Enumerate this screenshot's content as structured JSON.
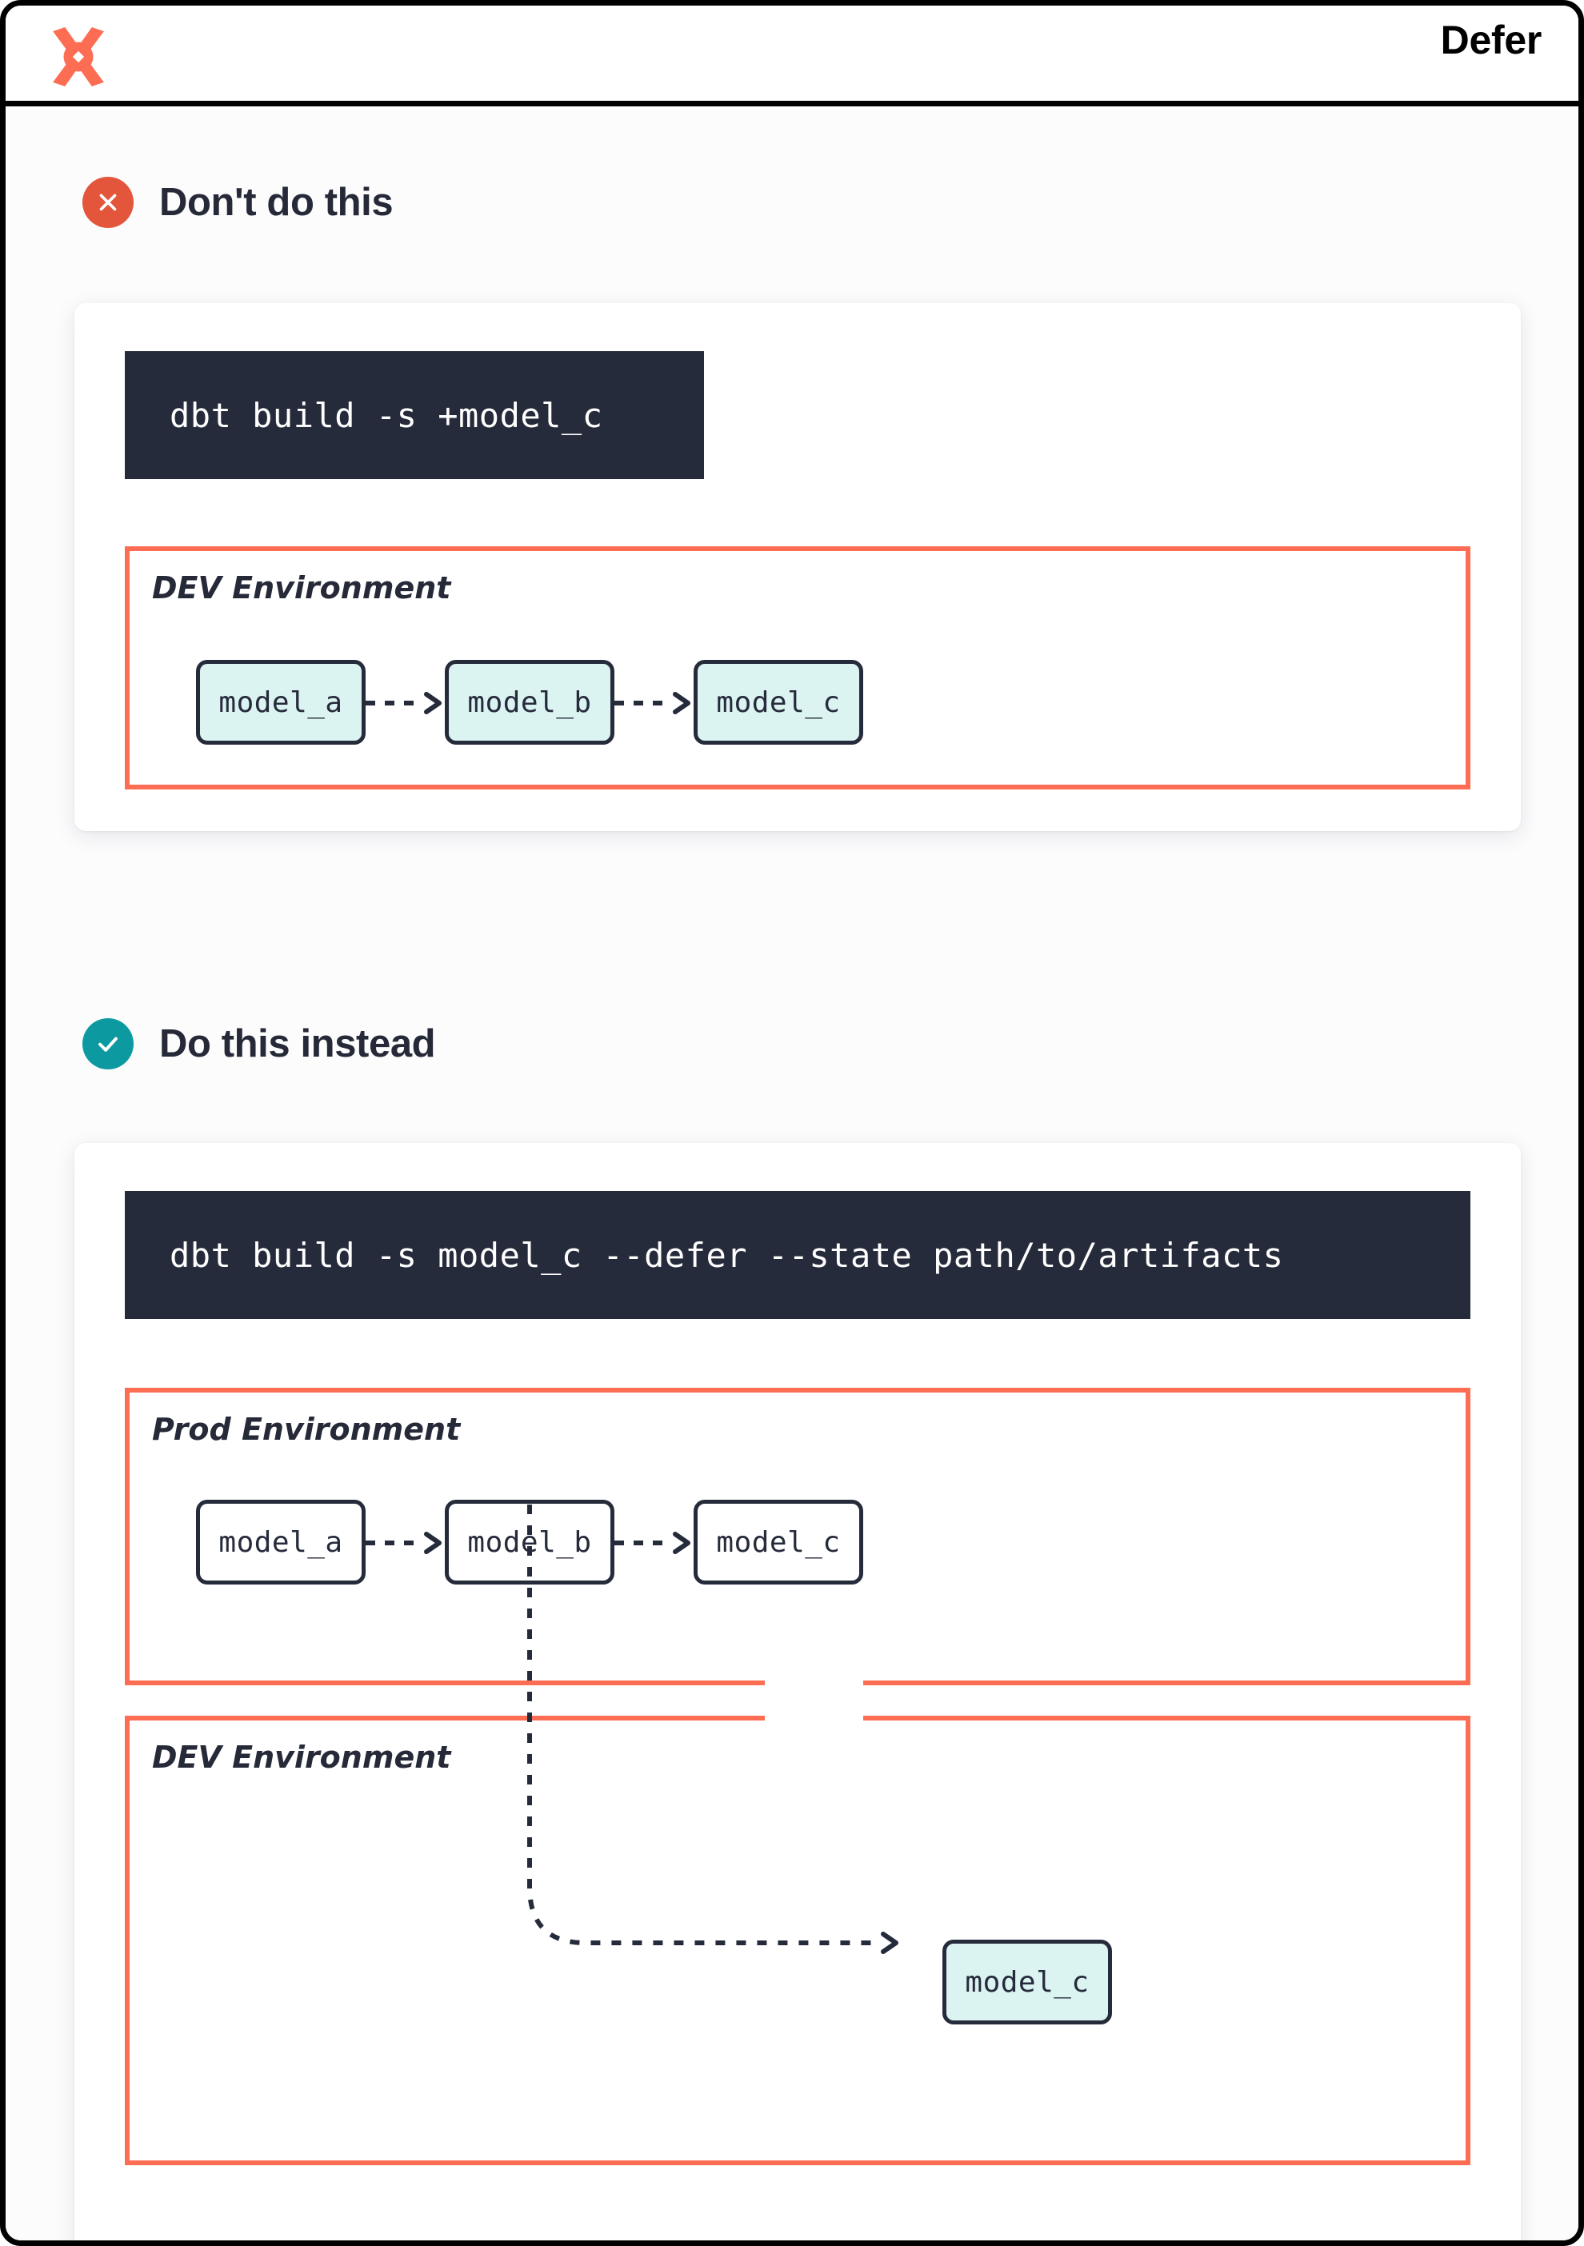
{
  "header": {
    "title": "Defer",
    "logo_icon": "dbt-logo-icon"
  },
  "theme": {
    "accent_orange": "#fc6d53",
    "bad_red": "#e3563c",
    "good_teal": "#0c9aa0",
    "ink": "#262b3b",
    "node_teal_fill": "#dbf3f1",
    "code_bg": "#262b3b",
    "page_bg": "#fcfcfd",
    "frame_border": "#000000"
  },
  "sections": [
    {
      "id": "dont",
      "badge_icon": "x-circle-icon",
      "title": "Don't do this",
      "command": "dbt build -s +model_c",
      "environments": [
        {
          "id": "dev",
          "label": "DEV Environment",
          "nodes": [
            {
              "id": "model_a",
              "label": "model_a",
              "fill": "teal"
            },
            {
              "id": "model_b",
              "label": "model_b",
              "fill": "teal"
            },
            {
              "id": "model_c",
              "label": "model_c",
              "fill": "teal"
            }
          ]
        }
      ],
      "edges": [
        {
          "from": "model_a",
          "to": "model_b",
          "style": "dashed"
        },
        {
          "from": "model_b",
          "to": "model_c",
          "style": "dashed"
        }
      ]
    },
    {
      "id": "do",
      "badge_icon": "check-circle-icon",
      "title": "Do this instead",
      "command": "dbt build -s model_c --defer --state path/to/artifacts",
      "environments": [
        {
          "id": "prod",
          "label": "Prod Environment",
          "nodes": [
            {
              "id": "model_a",
              "label": "model_a",
              "fill": "white"
            },
            {
              "id": "model_b",
              "label": "model_b",
              "fill": "white"
            },
            {
              "id": "model_c",
              "label": "model_c",
              "fill": "white"
            }
          ]
        },
        {
          "id": "dev",
          "label": "DEV Environment",
          "nodes": [
            {
              "id": "model_c",
              "label": "model_c",
              "fill": "teal"
            }
          ]
        }
      ],
      "edges": [
        {
          "from": "prod.model_a",
          "to": "prod.model_b",
          "style": "dashed"
        },
        {
          "from": "prod.model_b",
          "to": "prod.model_c",
          "style": "dashed"
        },
        {
          "from": "prod.model_b",
          "to": "dev.model_c",
          "style": "dashed"
        }
      ]
    }
  ]
}
